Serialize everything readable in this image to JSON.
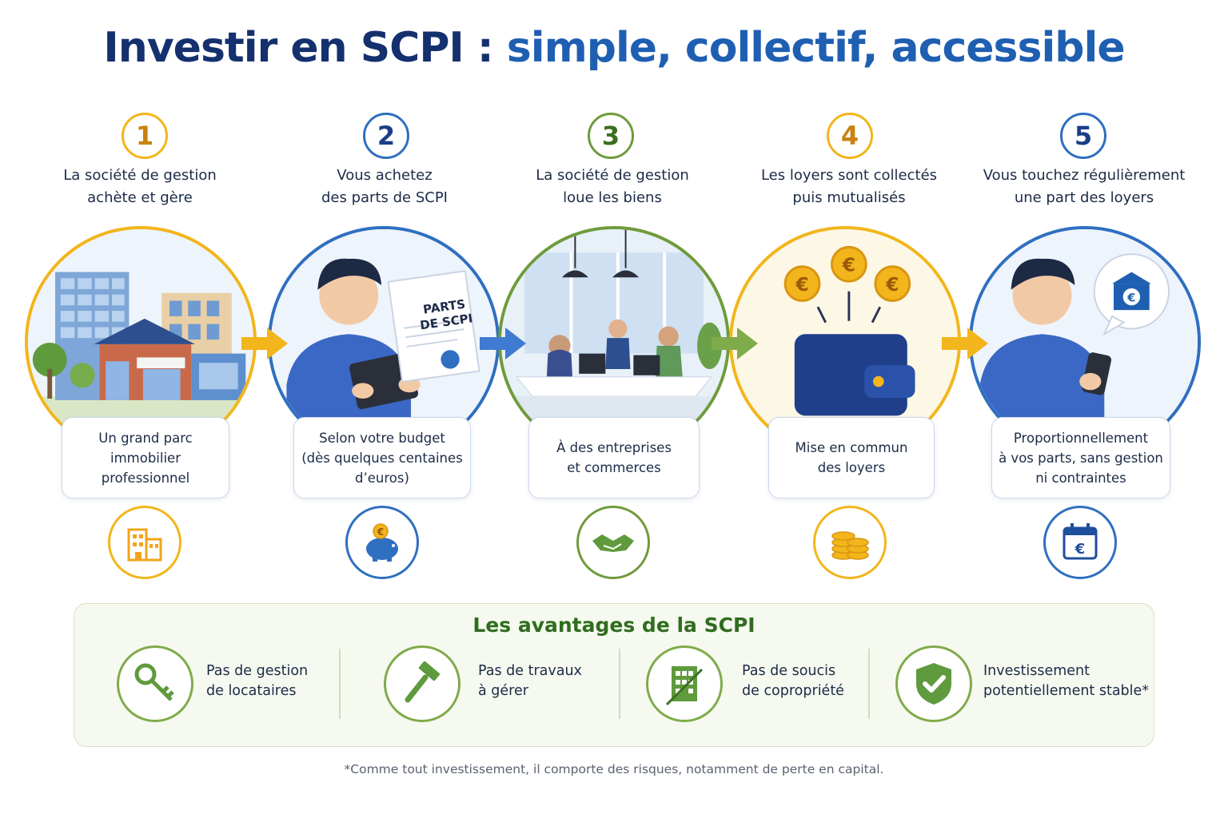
{
  "title": {
    "part1": "Investir en SCPI :",
    "part2": "simple, collectif, accessible"
  },
  "colors": {
    "navy": "#14306e",
    "blue": "#1f5fb2",
    "yellow": "#f2b51b",
    "green": "#6f9b3c",
    "orange": "#e08a12"
  },
  "steps": [
    {
      "number": "1",
      "title_lines": [
        "La société de gestion",
        "achète et gère"
      ],
      "desc_lines": [
        "Un grand parc",
        "immobilier",
        "professionnel"
      ],
      "icon": "office-building-icon"
    },
    {
      "number": "2",
      "title_lines": [
        "Vous achetez",
        "des parts de SCPI"
      ],
      "desc_lines": [
        "Selon votre budget",
        "(dès quelques centaines",
        "d’euros)"
      ],
      "document_lines": [
        "PARTS",
        "DE SCPI"
      ],
      "icon": "piggy-bank-euro-icon"
    },
    {
      "number": "3",
      "title_lines": [
        "La société de gestion",
        "loue les biens"
      ],
      "desc_lines": [
        "À des entreprises",
        "et commerces"
      ],
      "icon": "handshake-icon"
    },
    {
      "number": "4",
      "title_lines": [
        "Les loyers sont collectés",
        "puis mutualisés"
      ],
      "desc_lines": [
        "Mise en commun",
        "des loyers"
      ],
      "icon": "coin-stack-icon"
    },
    {
      "number": "5",
      "title_lines": [
        "Vous touchez régulièrement",
        "une part des loyers"
      ],
      "desc_lines": [
        "Proportionnellement",
        "à vos parts, sans gestion",
        "ni contraintes"
      ],
      "icon": "calendar-euro-icon"
    }
  ],
  "euro_symbol": "€",
  "advantages": {
    "title": "Les avantages de la SCPI",
    "items": [
      {
        "lines": [
          "Pas de gestion",
          "de locataires"
        ],
        "icon": "key-icon"
      },
      {
        "lines": [
          "Pas de travaux",
          "à gérer"
        ],
        "icon": "hammer-icon"
      },
      {
        "lines": [
          "Pas de soucis",
          "de copropriété"
        ],
        "icon": "building-icon"
      },
      {
        "lines": [
          "Investissement",
          "potentiellement stable*"
        ],
        "icon": "shield-check-icon"
      }
    ]
  },
  "footnote": "*Comme tout investissement, il comporte des risques, notamment de perte en capital."
}
